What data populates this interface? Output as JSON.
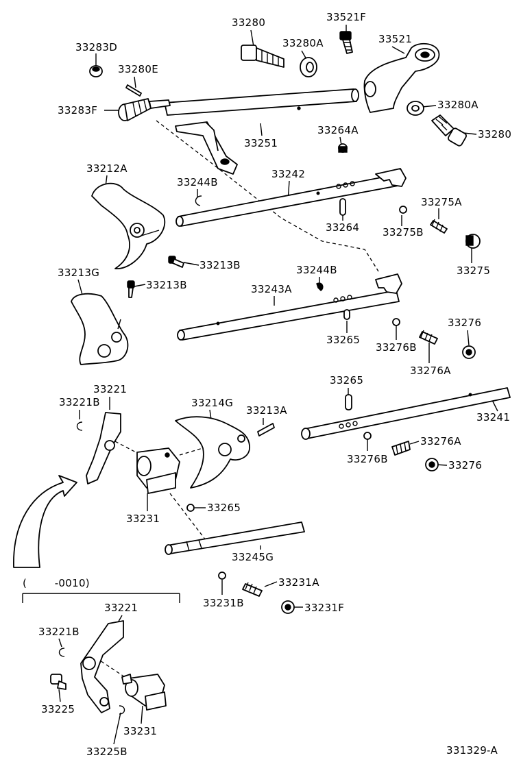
{
  "labels": {
    "p33283D": "33283D",
    "p33280E": "33280E",
    "p33283F": "33283F",
    "p33280_top": "33280",
    "p33280A_top": "33280A",
    "p33521F": "33521F",
    "p33521": "33521",
    "p33280A_right": "33280A",
    "p33280_right": "33280",
    "p33264A": "33264A",
    "p33251": "33251",
    "p33212A": "33212A",
    "p33244B_top": "33244B",
    "p33242": "33242",
    "p33264": "33264",
    "p33275A": "33275A",
    "p33275B": "33275B",
    "p33275": "33275",
    "p33213B_a": "33213B",
    "p33213B_b": "33213B",
    "p33213G": "33213G",
    "p33244B_mid": "33244B",
    "p33243A": "33243A",
    "p33265_a": "33265",
    "p33276_a": "33276",
    "p33276B_a": "33276B",
    "p33276A_a": "33276A",
    "p33221_top": "33221",
    "p33221B_top": "33221B",
    "p33214G": "33214G",
    "p33213A": "33213A",
    "p33265_b": "33265",
    "p33241": "33241",
    "p33276A_b": "33276A",
    "p33276B_b": "33276B",
    "p33276_b": "33276",
    "p33231_top": "33231",
    "p33265_c": "33265",
    "p33245G": "33245G",
    "p33231A": "33231A",
    "p33231B": "33231B",
    "p33231F": "33231F",
    "serial_note": "(        -0010)",
    "p33221_bottom": "33221",
    "p33221B_bottom": "33221B",
    "p33225": "33225",
    "p33231_bottom": "33231",
    "p33225B": "33225B",
    "figure_id": "331329-A"
  }
}
